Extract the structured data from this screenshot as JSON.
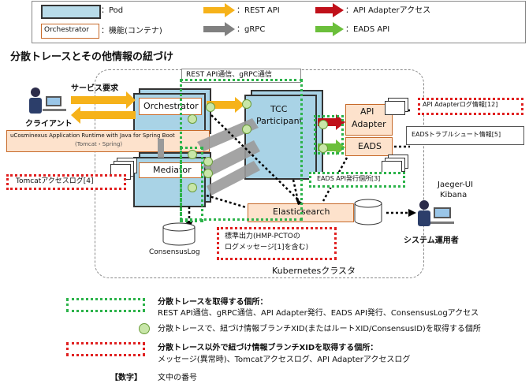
{
  "legend": {
    "pod_label": "：Pod",
    "orchestrator_sample": "Orchestrator",
    "function_label": "：機能(コンテナ)",
    "rest_api": "：REST API",
    "grpc": "：gRPC",
    "api_adapter_access": "：API Adapterアクセス",
    "eads_api": "：EADS API",
    "colors": {
      "rest": "#f6b21a",
      "grpc": "#808080",
      "adapter": "#c0101a",
      "eads": "#6bbf3b"
    }
  },
  "title": "分散トレースとその他情報の紐づけ",
  "labels": {
    "rest_grpc": "REST API通信、gRPC通信",
    "service_request": "サービス要求",
    "client": "クライアント",
    "orchestrator": "Orchestrator",
    "tcc_participant_1": "TCC",
    "tcc_participant_2": "Participant",
    "api_adapter_1": "API",
    "api_adapter_2": "Adapter",
    "eads": "EADS",
    "ucosminexus_1": "uCosminexus Application Runtime with Java for Spring Boot",
    "ucosminexus_2": "(Tomcat・Spring)",
    "mediator": "Mediator",
    "tomcat_log": "Tomcatアクセスログ[4]",
    "consensus_log": "ConsensusLog",
    "elasticsearch": "Elasticsearch",
    "std_output_1": "標準出力(HMP-PCTOの",
    "std_output_2": "ログメッセージ[1]を含む)",
    "api_adapter_log": "API Adapterログ情報[12]",
    "eads_trouble": "EADSトラブルシュート情報[5]",
    "eads_api_issue": "EADS API発行個所[3]",
    "jaeger_ui": "Jaeger-UI",
    "kibana": "Kibana",
    "operator": "システム運用者",
    "kubernetes": "Kubernetesクラスタ"
  },
  "bottom_legend": {
    "green_title": "分散トレースを取得する個所：",
    "green_desc": "REST API通信、gRPC通信、API Adapter発行、EADS API発行、ConsensusLogアクセス",
    "circle_desc": "分散トレースで、紐づけ情報ブランチXID(またはルートXID/ConsensusID)を取得する個所",
    "red_title": "分散トレース以外で紐づけ情報ブランチXIDを取得する個所：",
    "red_desc": "メッセージ(異常時)、Tomcatアクセスログ、API Adapterアクセスログ",
    "number_key": "【数字】",
    "number_desc": "文中の番号"
  }
}
